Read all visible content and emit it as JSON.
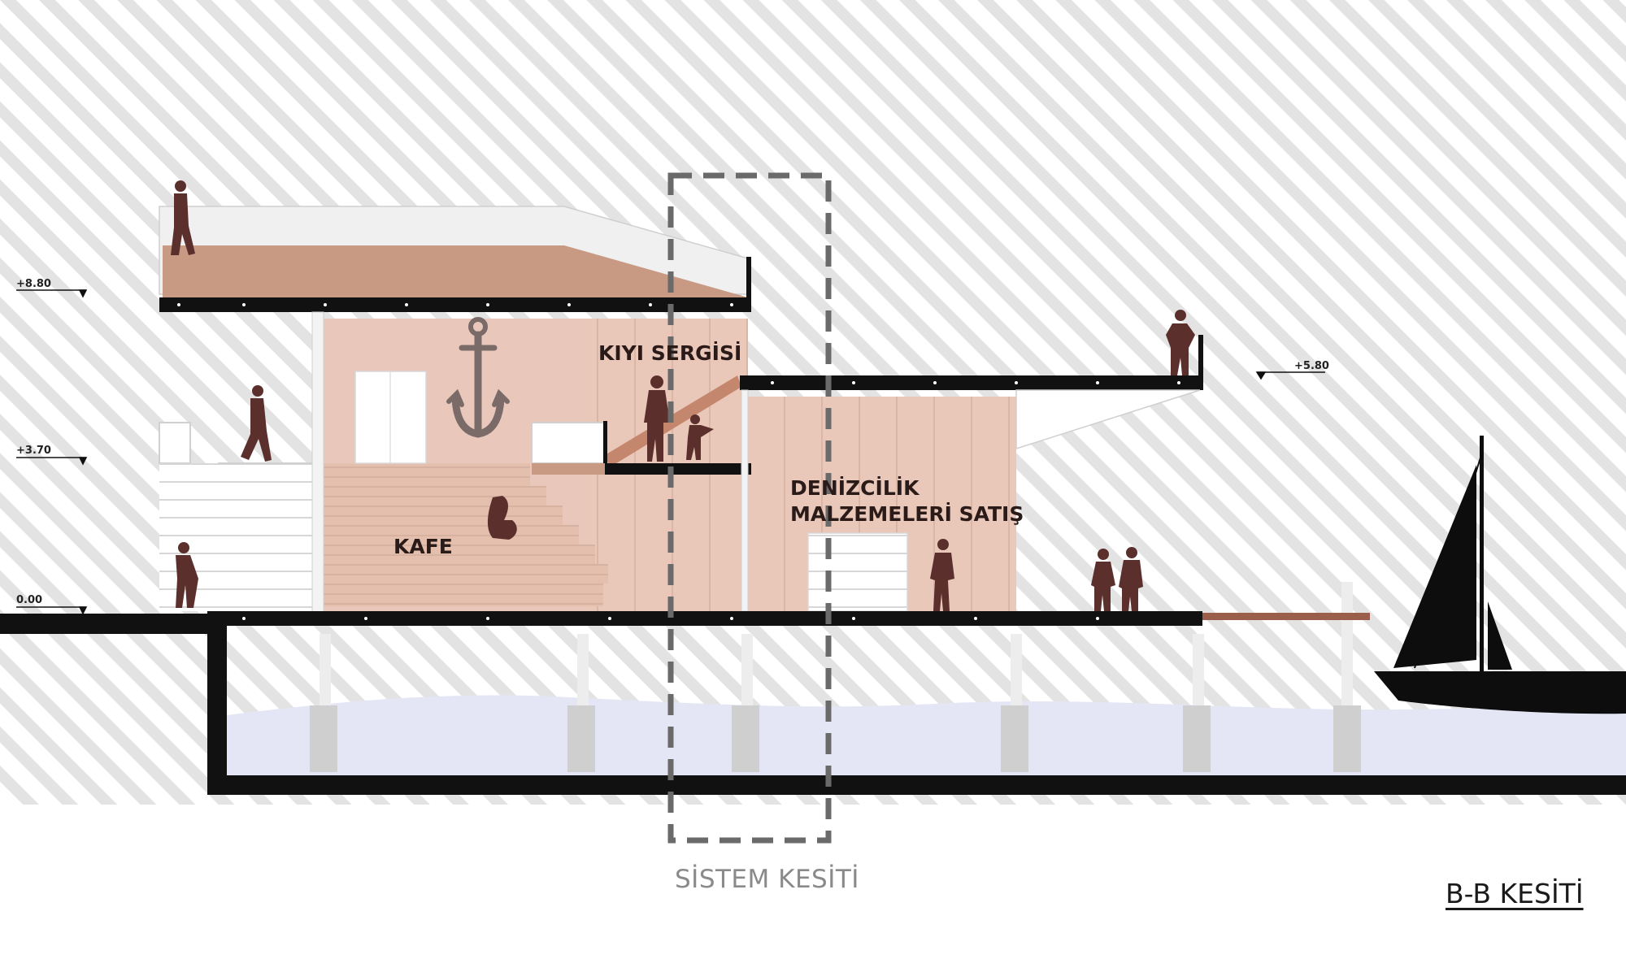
{
  "drawing": {
    "levels": [
      "+8.80",
      "+5.80",
      "+3.70",
      "0.00"
    ],
    "rooms": {
      "kiyi": "KIYI SERGİSİ",
      "denizcilik_1": "DENİZCİLİK",
      "denizcilik_2": "MALZEMELERİ SATIŞ",
      "kafe": "KAFE"
    },
    "detail_caption": "SİSTEM KESİTİ",
    "section_title": "B-B KESİTİ"
  },
  "colors": {
    "hatch": "#e2e2e2",
    "wall_fill": "#e8c6b8",
    "roof_fill": "#c89a84",
    "structure": "#111111",
    "water": "#e4e6f6",
    "pier": "#cfcfcf",
    "figure": "#5a2f2c",
    "boat": "#0d0d0d",
    "deck": "#9a5e4b",
    "detail_frame": "#6a6a6a"
  }
}
